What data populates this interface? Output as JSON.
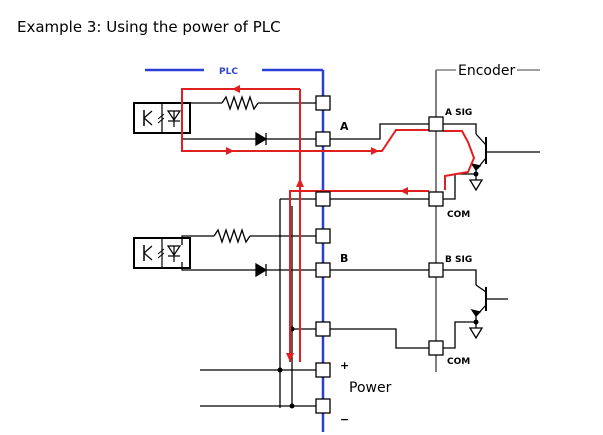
{
  "title": "Example 3: Using the power of PLC",
  "labels": {
    "plc": "PLC",
    "encoder": "Encoder",
    "terminal_a": "A",
    "terminal_b": "B",
    "a_sig": "A SIG",
    "b_sig": "B SIG",
    "com_1": "COM",
    "com_2": "COM",
    "power": "Power",
    "plus": "+",
    "minus": "−"
  },
  "colors": {
    "bus": "#2b3fd6",
    "current_path": "#e02020",
    "wire": "#000000",
    "encoder_frame": "#808080",
    "plc_label": "#3348c8"
  }
}
